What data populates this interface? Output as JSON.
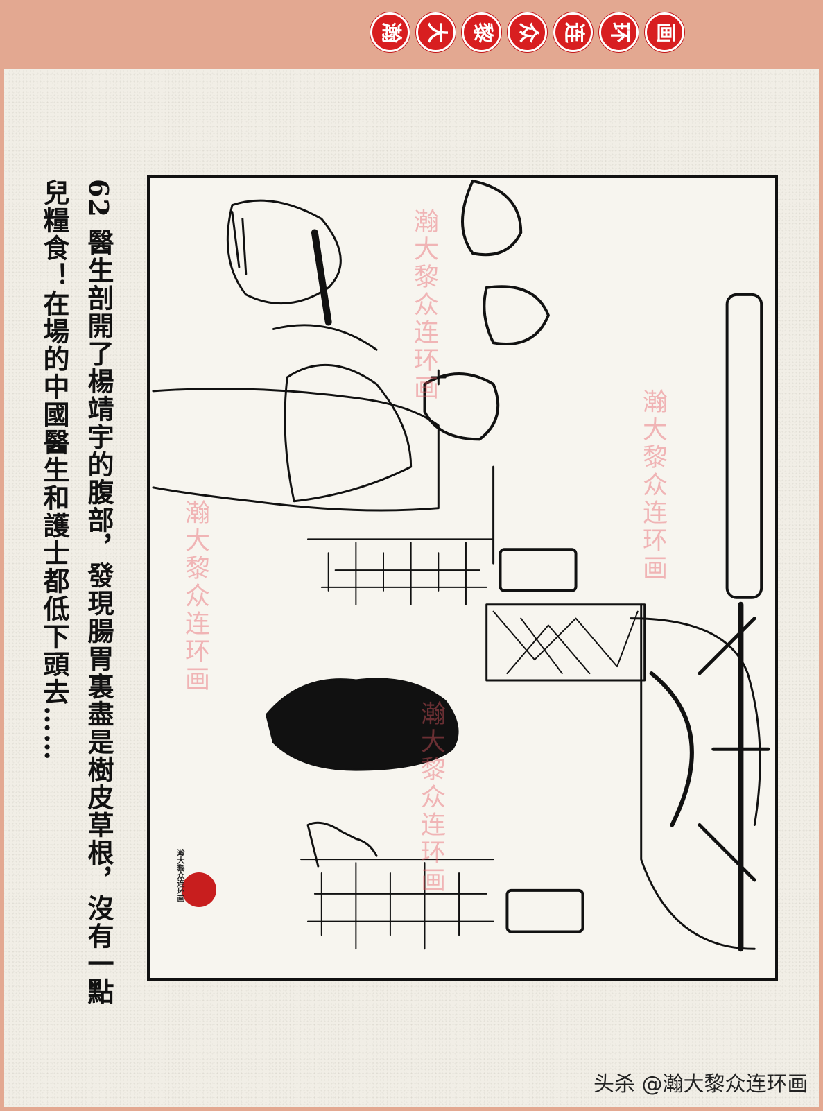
{
  "header": {
    "seal_chars": [
      "瀚",
      "大",
      "黎",
      "众",
      "连",
      "环",
      "画"
    ]
  },
  "caption": {
    "line1": "62  醫生剖開了楊靖宇的腹部，發現腸胃裏盡是樹皮草根，沒有一點",
    "line2": "兒糧食！在場的中國醫生和護士都低下頭去……"
  },
  "watermark": {
    "text": "瀚大黎众连环画"
  },
  "stamp": {
    "text": "瀚大黎众连环画"
  },
  "footer": {
    "credit": "头杀 @瀚大黎众连环画"
  },
  "colors": {
    "header_band": "#e3a891",
    "seal_red": "#d81e20",
    "paper": "#f1eee6",
    "ink": "#111111",
    "watermark": "#e85a64"
  }
}
